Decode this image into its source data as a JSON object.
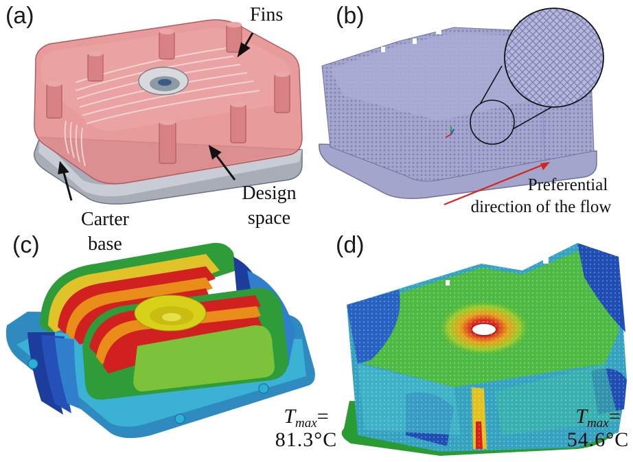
{
  "panels": {
    "a": {
      "label": "(a)",
      "fins_label": "Fins",
      "design_space_line1": "Design",
      "design_space_line2": "space",
      "carter_line1": "Carter",
      "carter_line2": "base"
    },
    "b": {
      "label": "(b)",
      "flow_line1": "Preferential",
      "flow_line2": "direction of the flow"
    },
    "c": {
      "label": "(c)",
      "tmax_symbol": "T",
      "tmax_sub": "max",
      "tmax_eq": "=",
      "tmax_value": "81.3°C"
    },
    "d": {
      "label": "(d)",
      "tmax_symbol": "T",
      "tmax_sub": "max",
      "tmax_eq": "=",
      "tmax_value": "54.6°C"
    }
  },
  "colors": {
    "design_space": "#e4898a",
    "base": "#a8adb8",
    "lattice": "#9a9cc6",
    "flow_arrow": "#d4241c",
    "hot": "#d81e1e",
    "cold": "#1c3fa8"
  }
}
